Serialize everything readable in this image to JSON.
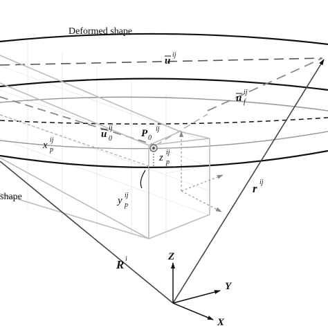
{
  "labels": {
    "deformed_shape": "Deformed shape",
    "undeformed_shape_fragment": "shape",
    "u_bar": "u",
    "u_bar_sup": "ij",
    "u_f": "u",
    "u_f_sub": "f",
    "u_f_sup": "ij",
    "u_0": "u",
    "u_0_sub": "0",
    "u_0_sup": "ij",
    "p0": "P",
    "p0_sub": "0",
    "p0_sup": "ij",
    "xp": "x",
    "xp_sub": "p",
    "xp_sup": "ij",
    "yp": "y",
    "yp_sub": "p",
    "yp_sup": "ij",
    "zp": "z",
    "zp_sub": "p",
    "zp_sup": "ij",
    "r_ij": "r",
    "r_ij_sup": "ij",
    "R_i": "R",
    "R_i_sup": "i",
    "axis_z": "Z",
    "axis_y": "Y",
    "axis_x": "X"
  },
  "colors": {
    "dark": "#111111",
    "gray": "#8a8a8a",
    "light_gray": "#c8c8c8",
    "grid": "#e2e2e2"
  }
}
